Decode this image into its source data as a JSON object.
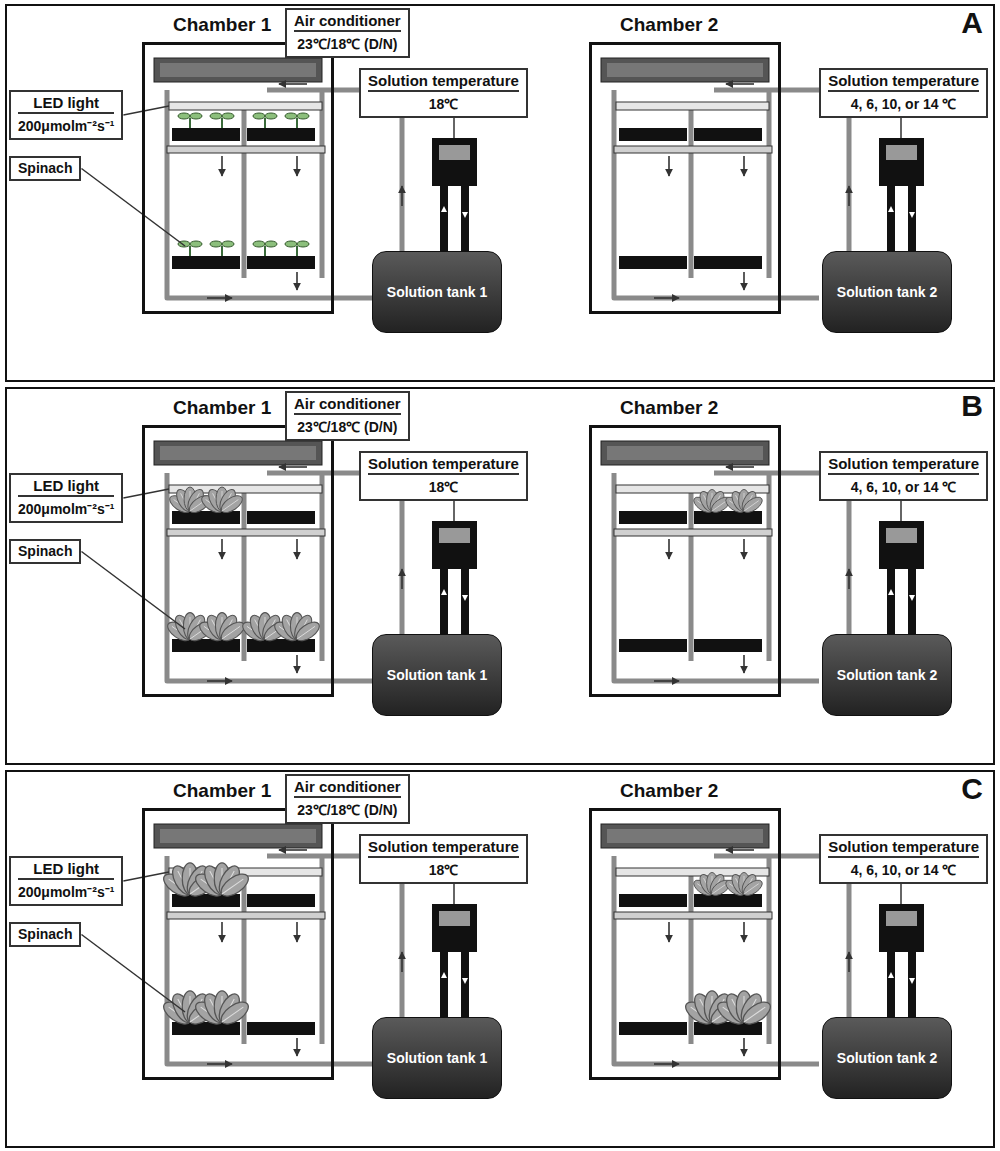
{
  "diagram": {
    "nodes": [
      {
        "text": [
          "A"
        ]
      },
      {
        "text": [
          "Chamber 1"
        ],
        "in": 0
      },
      {
        "text": [
          "Air conditioner",
          "23℃/18℃ (D/N)"
        ],
        "in": 0
      },
      {
        "text": [
          "Solution temperature",
          "18℃"
        ],
        "in": 0
      },
      {
        "text": [
          "LED light",
          "200μmolm⁻²s⁻¹"
        ],
        "in": 0
      },
      {
        "text": [
          "Spinach"
        ],
        "in": 0
      },
      {
        "text": [
          "Solution tank 1"
        ],
        "in": 0
      },
      {
        "text": [
          "Chamber 2"
        ],
        "in": 0
      },
      {
        "text": [
          "Solution temperature",
          "4, 6, 10, or 14 ℃"
        ],
        "in": 0
      },
      {
        "text": [
          "Solution tank 2"
        ],
        "in": 0
      },
      {
        "text": [
          "B"
        ]
      },
      {
        "text": [
          "Chamber 1"
        ],
        "in": 10
      },
      {
        "text": [
          "Air conditioner",
          "23℃/18℃ (D/N)"
        ],
        "in": 10
      },
      {
        "text": [
          "Solution temperature",
          "18℃"
        ],
        "in": 10
      },
      {
        "text": [
          "LED light",
          "200μmolm⁻²s⁻¹"
        ],
        "in": 10
      },
      {
        "text": [
          "Spinach"
        ],
        "in": 10
      },
      {
        "text": [
          "Solution tank 1"
        ],
        "in": 10
      },
      {
        "text": [
          "Chamber 2"
        ],
        "in": 10
      },
      {
        "text": [
          "Solution temperature",
          "4, 6, 10, or 14 ℃"
        ],
        "in": 10
      },
      {
        "text": [
          "Solution tank 2"
        ],
        "in": 10
      },
      {
        "text": [
          "C"
        ]
      },
      {
        "text": [
          "Chamber 1"
        ],
        "in": 20
      },
      {
        "text": [
          "Air conditioner",
          "23℃/18℃ (D/N)"
        ],
        "in": 20
      },
      {
        "text": [
          "Solution temperature",
          "18℃"
        ],
        "in": 20
      },
      {
        "text": [
          "LED light",
          "200μmolm⁻²s⁻¹"
        ],
        "in": 20
      },
      {
        "text": [
          "Spinach"
        ],
        "in": 20
      },
      {
        "text": [
          "Solution tank 1"
        ],
        "in": 20
      },
      {
        "text": [
          "Chamber 2"
        ],
        "in": 20
      },
      {
        "text": [
          "Solution temperature",
          "4, 6, 10, or 14 ℃"
        ],
        "in": 20
      },
      {
        "text": [
          "Solution tank 2"
        ],
        "in": 20
      }
    ]
  }
}
